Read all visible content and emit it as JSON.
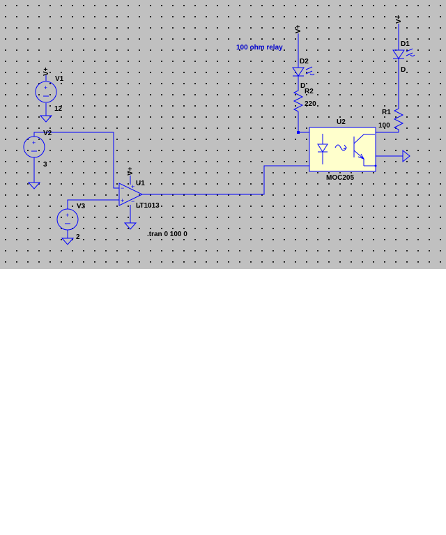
{
  "components": {
    "v1": {
      "name": "V1",
      "value": "12"
    },
    "v2": {
      "name": "V2",
      "value": "3"
    },
    "v3": {
      "name": "V3",
      "value": "2"
    },
    "u1": {
      "name": "U1",
      "model": "LT1013",
      "supply": "V+"
    },
    "u2": {
      "name": "U2",
      "model": "MOC205"
    },
    "d1": {
      "name": "D1",
      "model": "D",
      "supply": "V+"
    },
    "d2": {
      "name": "D2",
      "model": "D",
      "supply": "V+"
    },
    "r1": {
      "name": "R1",
      "value": "100"
    },
    "r2": {
      "name": "R2",
      "value": "220"
    }
  },
  "supply_v1": "V+",
  "comment": "100 ohm relay",
  "directive": ".tran 0 100 0",
  "colors": {
    "background": "#c0c0c0",
    "wire": "#0000ff",
    "grid_dot": "#000000",
    "symbol_fill": "#ffffcc",
    "comment": "#0000cc"
  }
}
